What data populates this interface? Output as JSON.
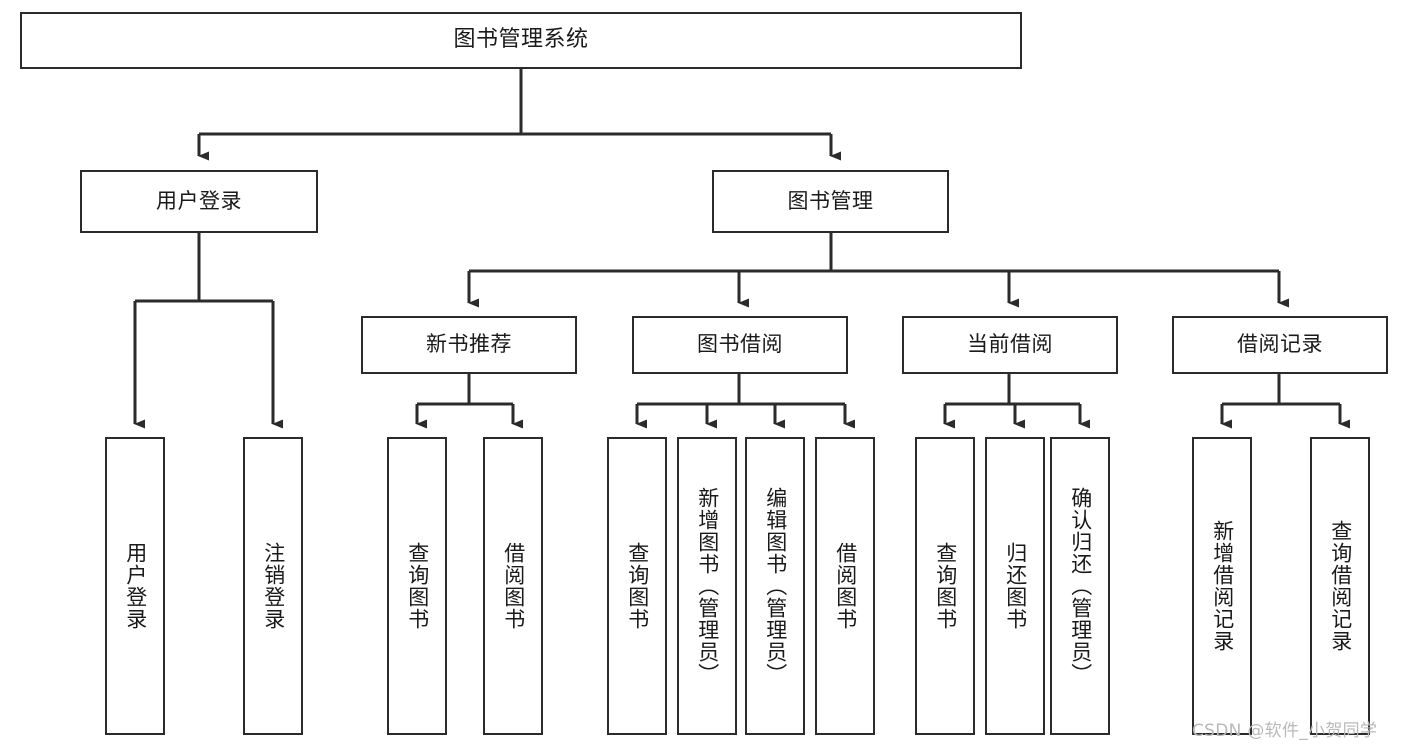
{
  "diagram": {
    "type": "tree-hierarchy-chart",
    "title": "图书管理系统",
    "orientation": "top-down",
    "colors": {
      "box_border": "#2b2b2b",
      "box_fill": "#ffffff",
      "edge": "#2b2b2b",
      "text": "#1a1a1a",
      "watermark": "#b9b9b9",
      "canvas": "#ffffff"
    },
    "root": {
      "label": "图书管理系统"
    },
    "level2": [
      {
        "label": "用户登录"
      },
      {
        "label": "图书管理"
      }
    ],
    "level3": [
      {
        "label": "新书推荐"
      },
      {
        "label": "图书借阅"
      },
      {
        "label": "当前借阅"
      },
      {
        "label": "借阅记录"
      }
    ],
    "leaves": {
      "user_login": [
        {
          "label": "用户登录"
        },
        {
          "label": "注销登录"
        }
      ],
      "new_book_recommend": [
        {
          "label": "查询图书"
        },
        {
          "label": "借阅图书"
        }
      ],
      "book_borrow": [
        {
          "label": "查询图书"
        },
        {
          "label": "新增图书（管理员）"
        },
        {
          "label": "编辑图书（管理员）"
        },
        {
          "label": "借阅图书"
        }
      ],
      "current_borrow": [
        {
          "label": "查询图书"
        },
        {
          "label": "归还图书"
        },
        {
          "label": "确认归还（管理员）"
        }
      ],
      "borrow_record": [
        {
          "label": "新增借阅记录"
        },
        {
          "label": "查询借阅记录"
        }
      ]
    },
    "watermark": "CSDN @软件_小贺同学"
  }
}
